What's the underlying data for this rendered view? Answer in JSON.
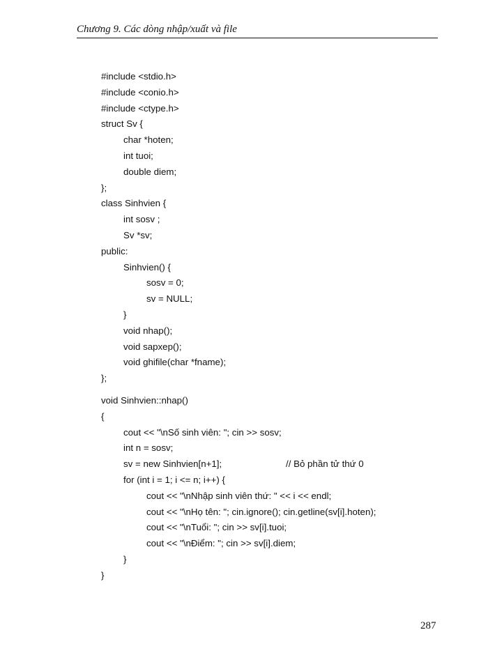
{
  "header": {
    "title": "Chương 9. Các dòng nhập/xuất và file"
  },
  "code_block_1": [
    {
      "indent": 0,
      "text": "#include <stdio.h>"
    },
    {
      "indent": 0,
      "text": "#include <conio.h>"
    },
    {
      "indent": 0,
      "text": "#include <ctype.h>"
    },
    {
      "indent": 0,
      "text": "struct Sv {"
    },
    {
      "indent": 1,
      "text": "char *hoten;"
    },
    {
      "indent": 1,
      "text": "int tuoi;"
    },
    {
      "indent": 1,
      "text": "double diem;"
    },
    {
      "indent": 0,
      "text": "};"
    },
    {
      "indent": 0,
      "text": "class Sinhvien {"
    },
    {
      "indent": 1,
      "text": "int sosv ;"
    },
    {
      "indent": 1,
      "text": "Sv *sv;"
    },
    {
      "indent": 0,
      "text": "public:"
    },
    {
      "indent": 1,
      "text": "Sinhvien() {"
    },
    {
      "indent": 2,
      "text": "sosv = 0;"
    },
    {
      "indent": 2,
      "text": "sv = NULL;"
    },
    {
      "indent": 1,
      "text": "}"
    },
    {
      "indent": 1,
      "text": "void nhap();"
    },
    {
      "indent": 1,
      "text": "void sapxep();"
    },
    {
      "indent": 1,
      "text": "void ghifile(char *fname);"
    },
    {
      "indent": 0,
      "text": "};"
    }
  ],
  "code_block_2": [
    {
      "indent": 0,
      "text": "void Sinhvien::nhap()"
    },
    {
      "indent": 0,
      "text": "{"
    },
    {
      "indent": 1,
      "text": "cout << \"\\nSố sinh viên: \"; cin >> sosv;"
    },
    {
      "indent": 1,
      "text": "int n = sosv;"
    },
    {
      "indent": 1,
      "text": "sv = new Sinhvien[n+1];",
      "comment": "// Bỏ phần tử thứ 0"
    },
    {
      "indent": 1,
      "text": "for (int i = 1; i <= n; i++) {"
    },
    {
      "indent": 2,
      "text": "cout << \"\\nNhập sinh viên thứ: \" << i << endl;"
    },
    {
      "indent": 2,
      "text": "cout << \"\\nHọ tên: \"; cin.ignore(); cin.getline(sv[i].hoten);"
    },
    {
      "indent": 2,
      "text": "cout << \"\\nTuổi: \"; cin >> sv[i].tuoi;"
    },
    {
      "indent": 2,
      "text": "cout << \"\\nĐiểm: \"; cin >> sv[i].diem;"
    },
    {
      "indent": 1,
      "text": "}"
    },
    {
      "indent": 0,
      "text": "}"
    }
  ],
  "page_number": "287"
}
